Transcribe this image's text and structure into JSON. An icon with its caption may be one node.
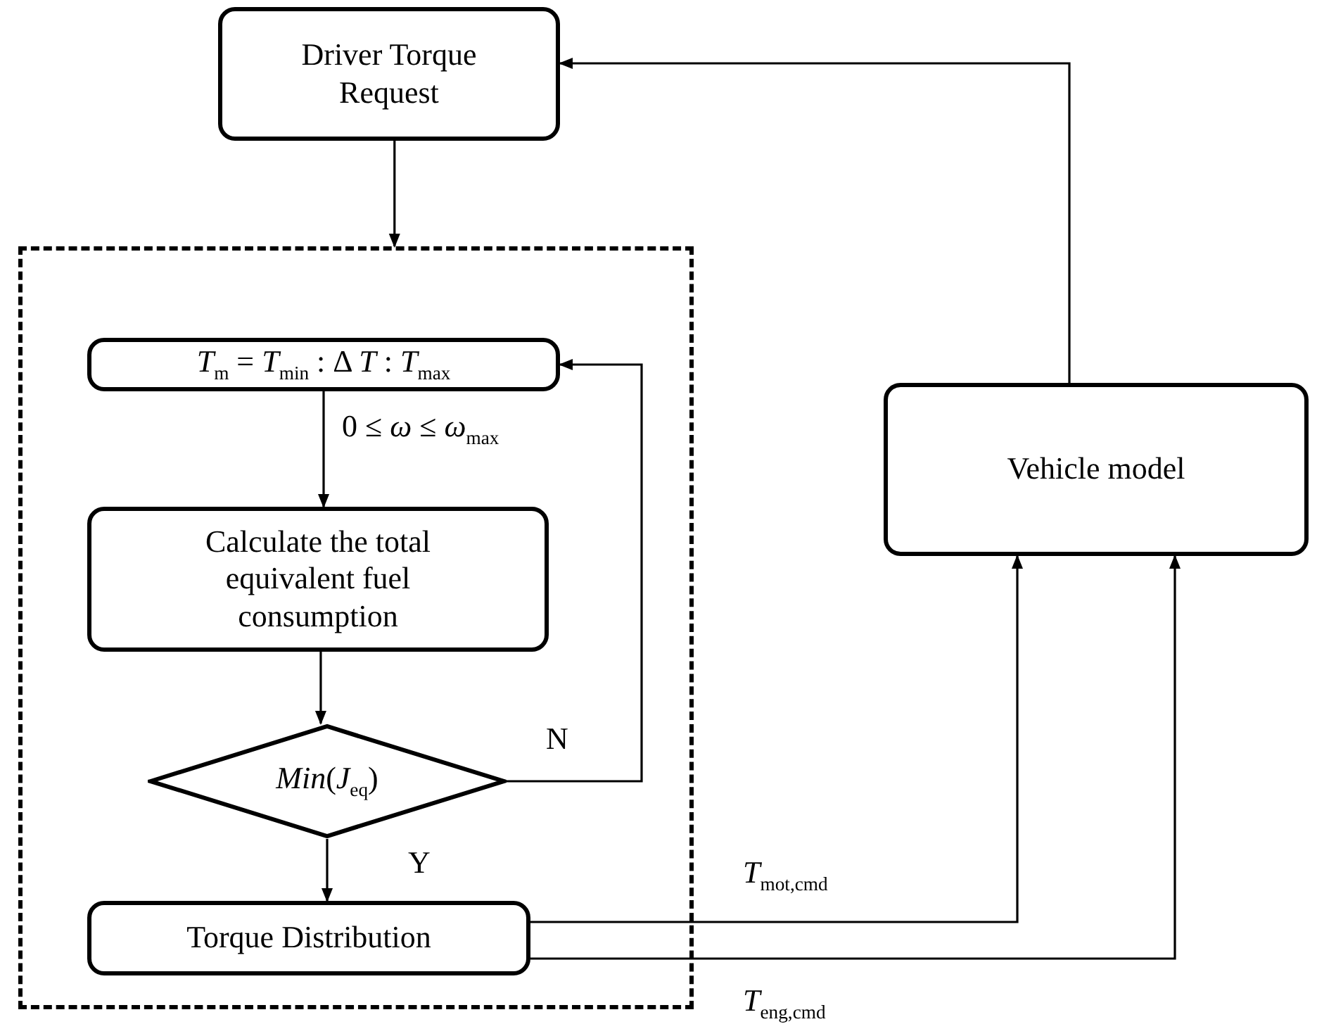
{
  "diagram": {
    "nodes": [
      {
        "text": [
          "Driver Torque Request"
        ]
      },
      {
        "text": [],
        "shape": "box"
      },
      {
        "text": [
          "*T*$_{m}$ = *T*$_{min}$ : Δ *T* : *T*$_{max}$"
        ],
        "in": 1
      },
      {
        "text": [
          "Calculate the total equivalent fuel consumption"
        ],
        "in": 1
      },
      {
        "text": [
          "*Min*(*J*$_{eq}$)"
        ],
        "in": 1
      },
      {
        "text": [
          "Torque Distribution"
        ],
        "in": 1
      },
      {
        "text": [
          "Vehicle model"
        ]
      }
    ],
    "edges": [
      {
        "from": 0,
        "to": 1,
        "arrow": "to"
      },
      {
        "from": 2,
        "to": 3,
        "arrow": "to",
        "label": "0 ≤ *ω* ≤ *ω*$_{max}$"
      },
      {
        "from": 3,
        "to": 4,
        "arrow": "to"
      },
      {
        "from": 4,
        "to": 2,
        "arrow": "to",
        "label": "N"
      },
      {
        "from": 4,
        "to": 5,
        "arrow": "to",
        "label": "Y"
      },
      {
        "from": 5,
        "to": 6,
        "arrow": "to",
        "label": "*T*$_{mot,cmd}$"
      },
      {
        "from": 5,
        "to": 6,
        "arrow": "to",
        "label": "*T*$_{eng,cmd}$"
      },
      {
        "from": 6,
        "to": 0,
        "arrow": "to"
      }
    ]
  }
}
